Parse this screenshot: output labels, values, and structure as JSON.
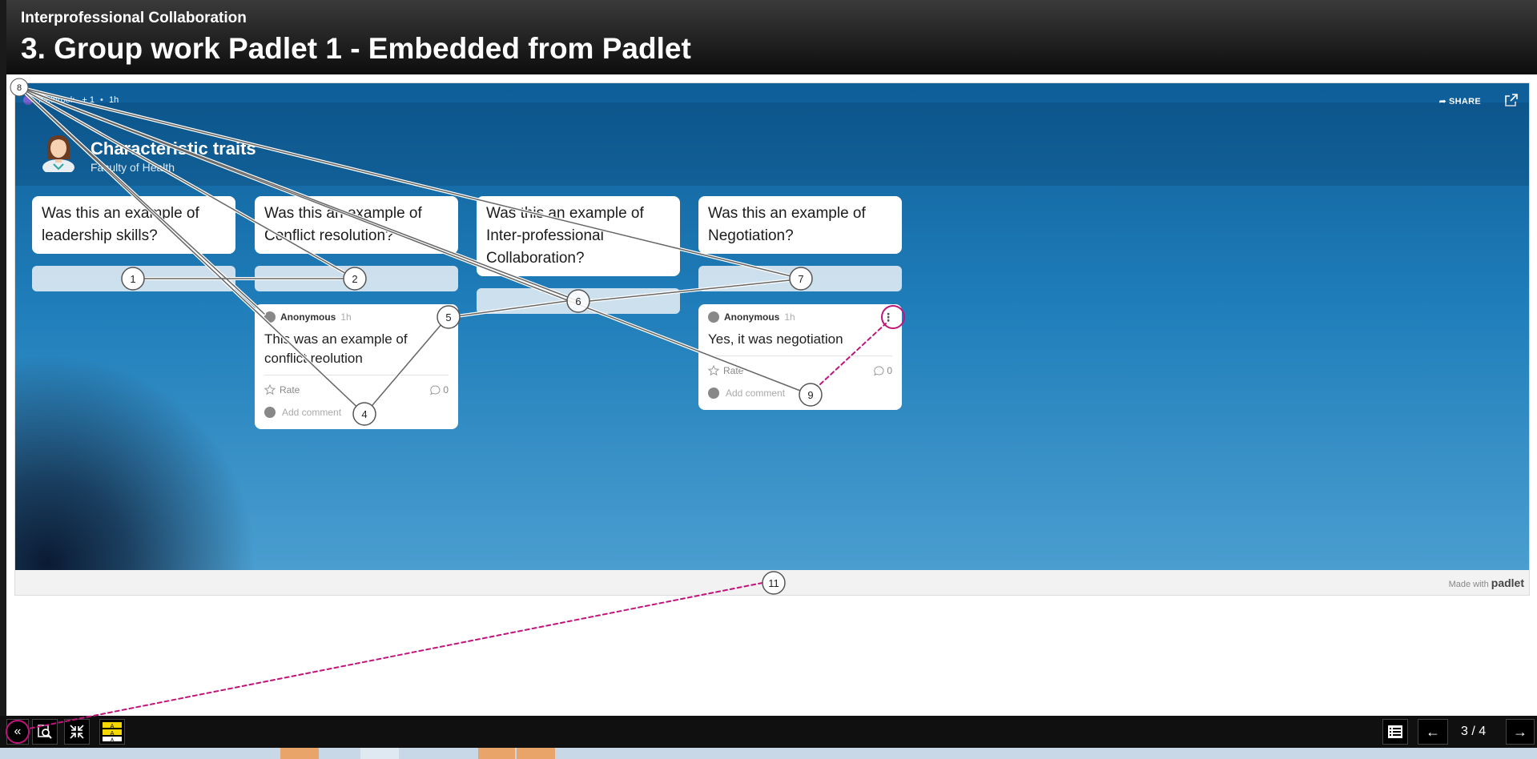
{
  "header": {
    "course_title": "Interprofessional Collaboration",
    "slide_title": "3.  Group work Padlet 1 - Embedded from Padlet"
  },
  "padlet": {
    "owner": "melbrook",
    "collaborators": "+ 1",
    "age": "1h",
    "share_label": "SHARE",
    "title": "Characteristic traits",
    "subtitle": "Faculty of Health",
    "columns": [
      {
        "heading": "Was this an example of leadership skills?"
      },
      {
        "heading": "Was this an example of Conflict resolution?"
      },
      {
        "heading": "Was this an example of Inter-professional Collaboration?"
      },
      {
        "heading": "Was this an example of Negotiation?"
      }
    ],
    "posts": [
      {
        "author": "Anonymous",
        "time": "1h",
        "body": "This was an example of conflict reolution",
        "rate_label": "Rate",
        "comment_count": "0",
        "comment_placeholder": "Add comment"
      },
      {
        "author": "Anonymous",
        "time": "1h",
        "body": "Yes, it was negotiation",
        "rate_label": "Rate",
        "comment_count": "0",
        "comment_placeholder": "Add comment"
      }
    ],
    "made_with": "Made with",
    "brand": "padlet"
  },
  "markers": [
    "1",
    "2",
    "4",
    "5",
    "6",
    "7",
    "8",
    "9",
    "11"
  ],
  "toolbar": {
    "page_indicator": "3 / 4"
  },
  "colors": {
    "accent": "#c0147b",
    "padlet_blue": "#1f7db9"
  }
}
